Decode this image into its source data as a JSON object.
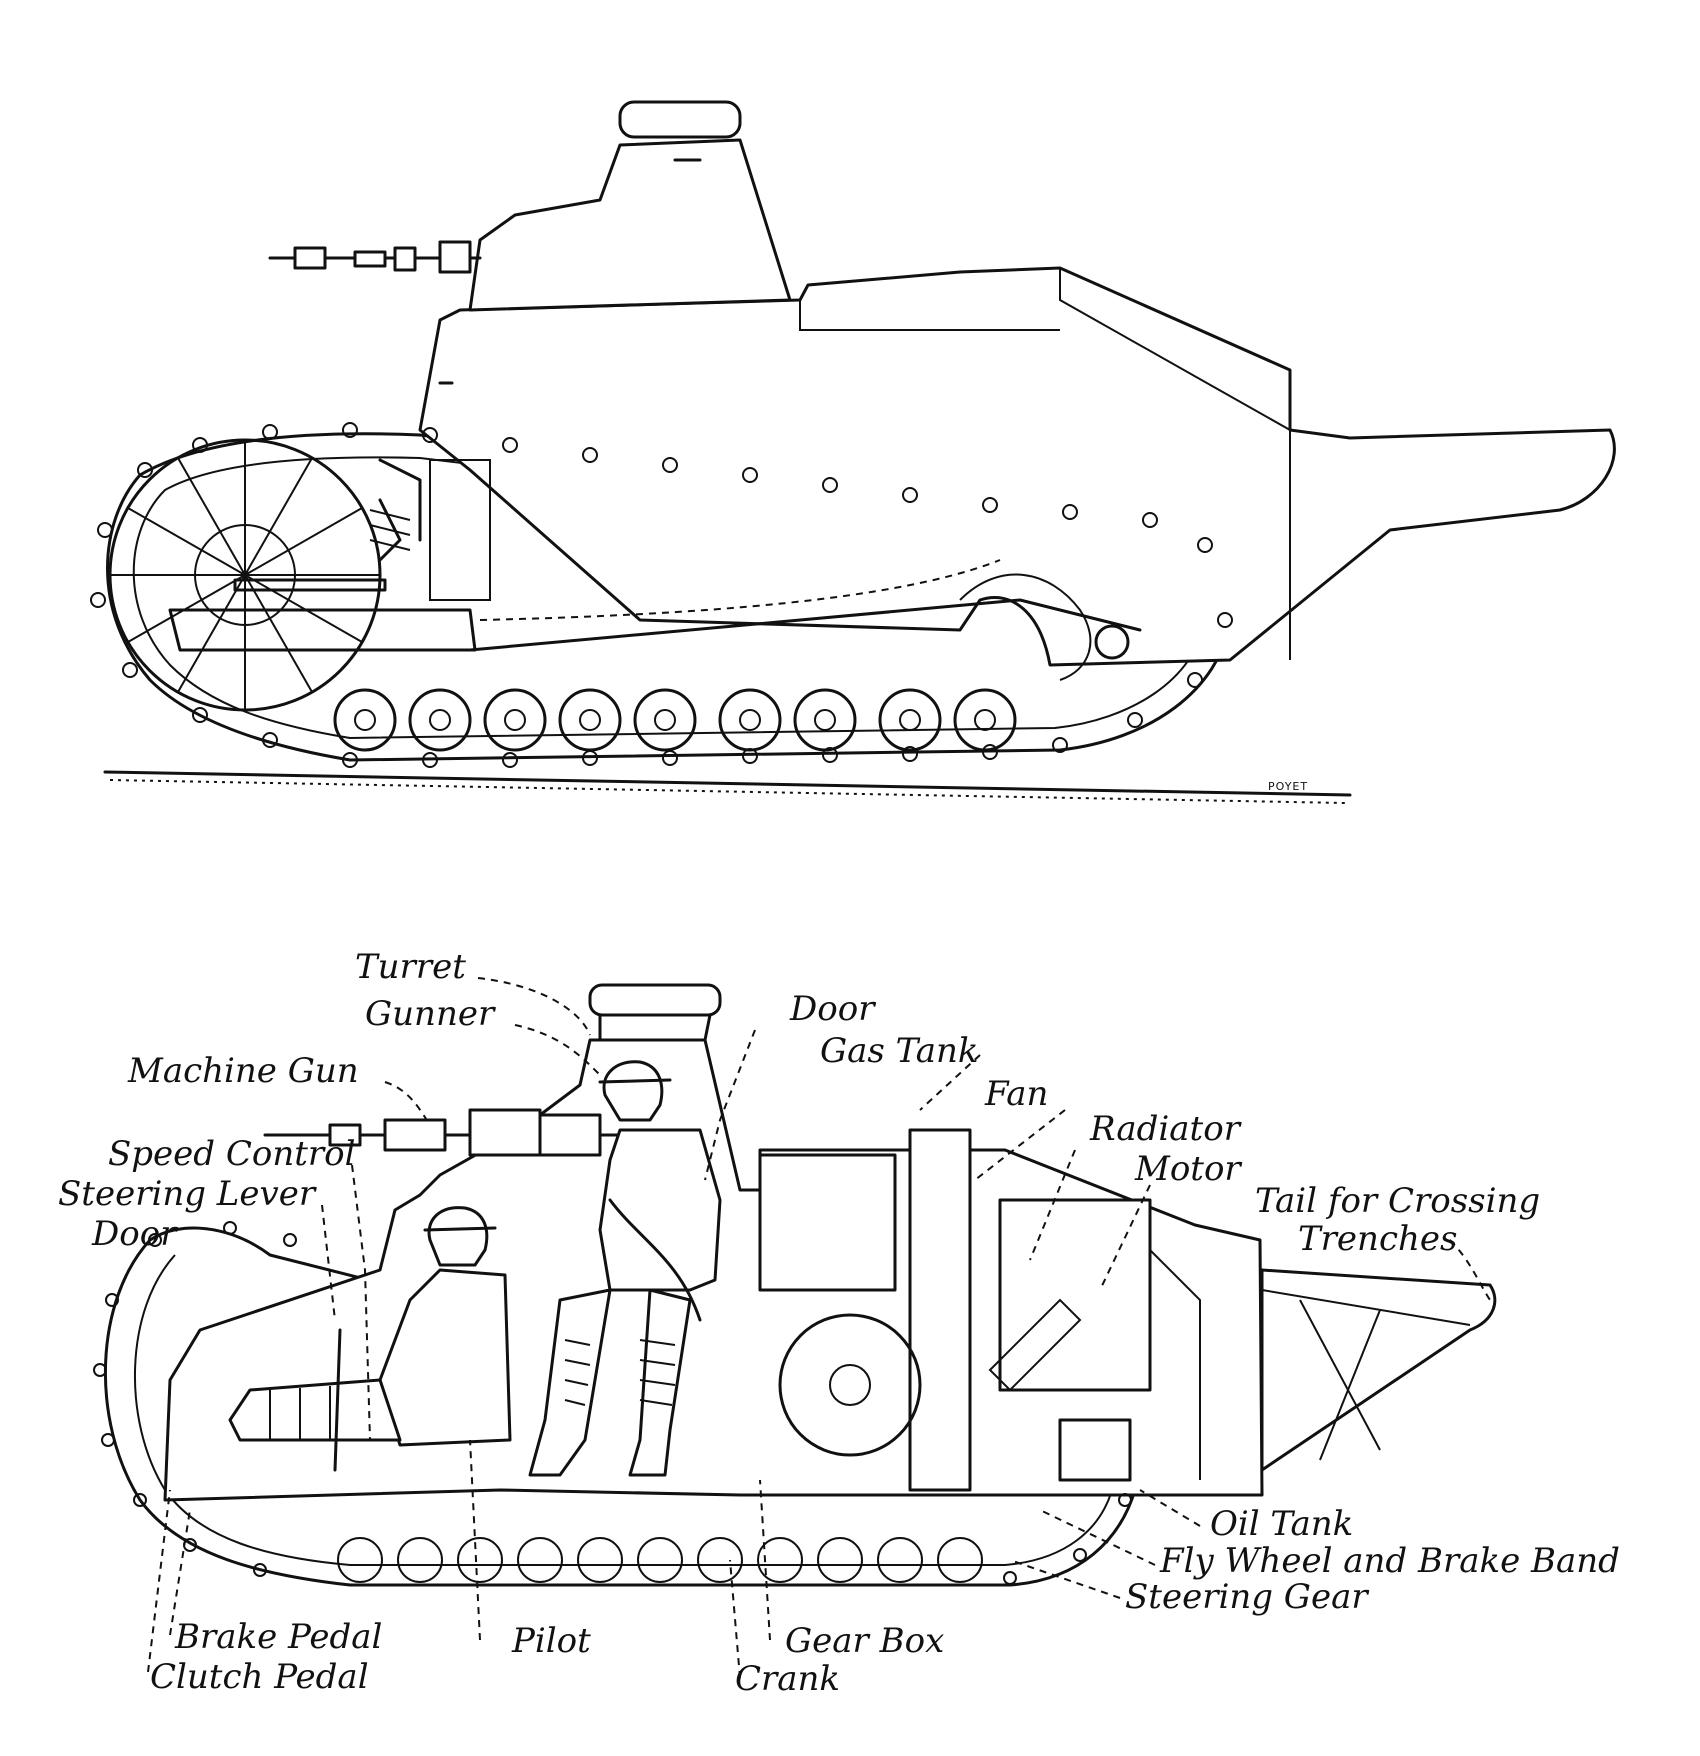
{
  "signature": "POYET",
  "labels": {
    "turret": "Turret",
    "gunner": "Gunner",
    "machine_gun": "Machine Gun",
    "speed_control": "Speed Control",
    "steering_lever": "Steering Lever",
    "door_front": "Door",
    "door_top": "Door",
    "gas_tank": "Gas Tank",
    "fan": "Fan",
    "radiator": "Radiator",
    "motor": "Motor",
    "tail": "Tail for Crossing",
    "trenches": "Trenches",
    "oil_tank": "Oil Tank",
    "fly_wheel": "Fly Wheel and Brake Band",
    "steering_gear": "Steering Gear",
    "brake_pedal": "Brake Pedal",
    "clutch_pedal": "Clutch Pedal",
    "pilot": "Pilot",
    "gear_box": "Gear Box",
    "crank": "Crank"
  }
}
